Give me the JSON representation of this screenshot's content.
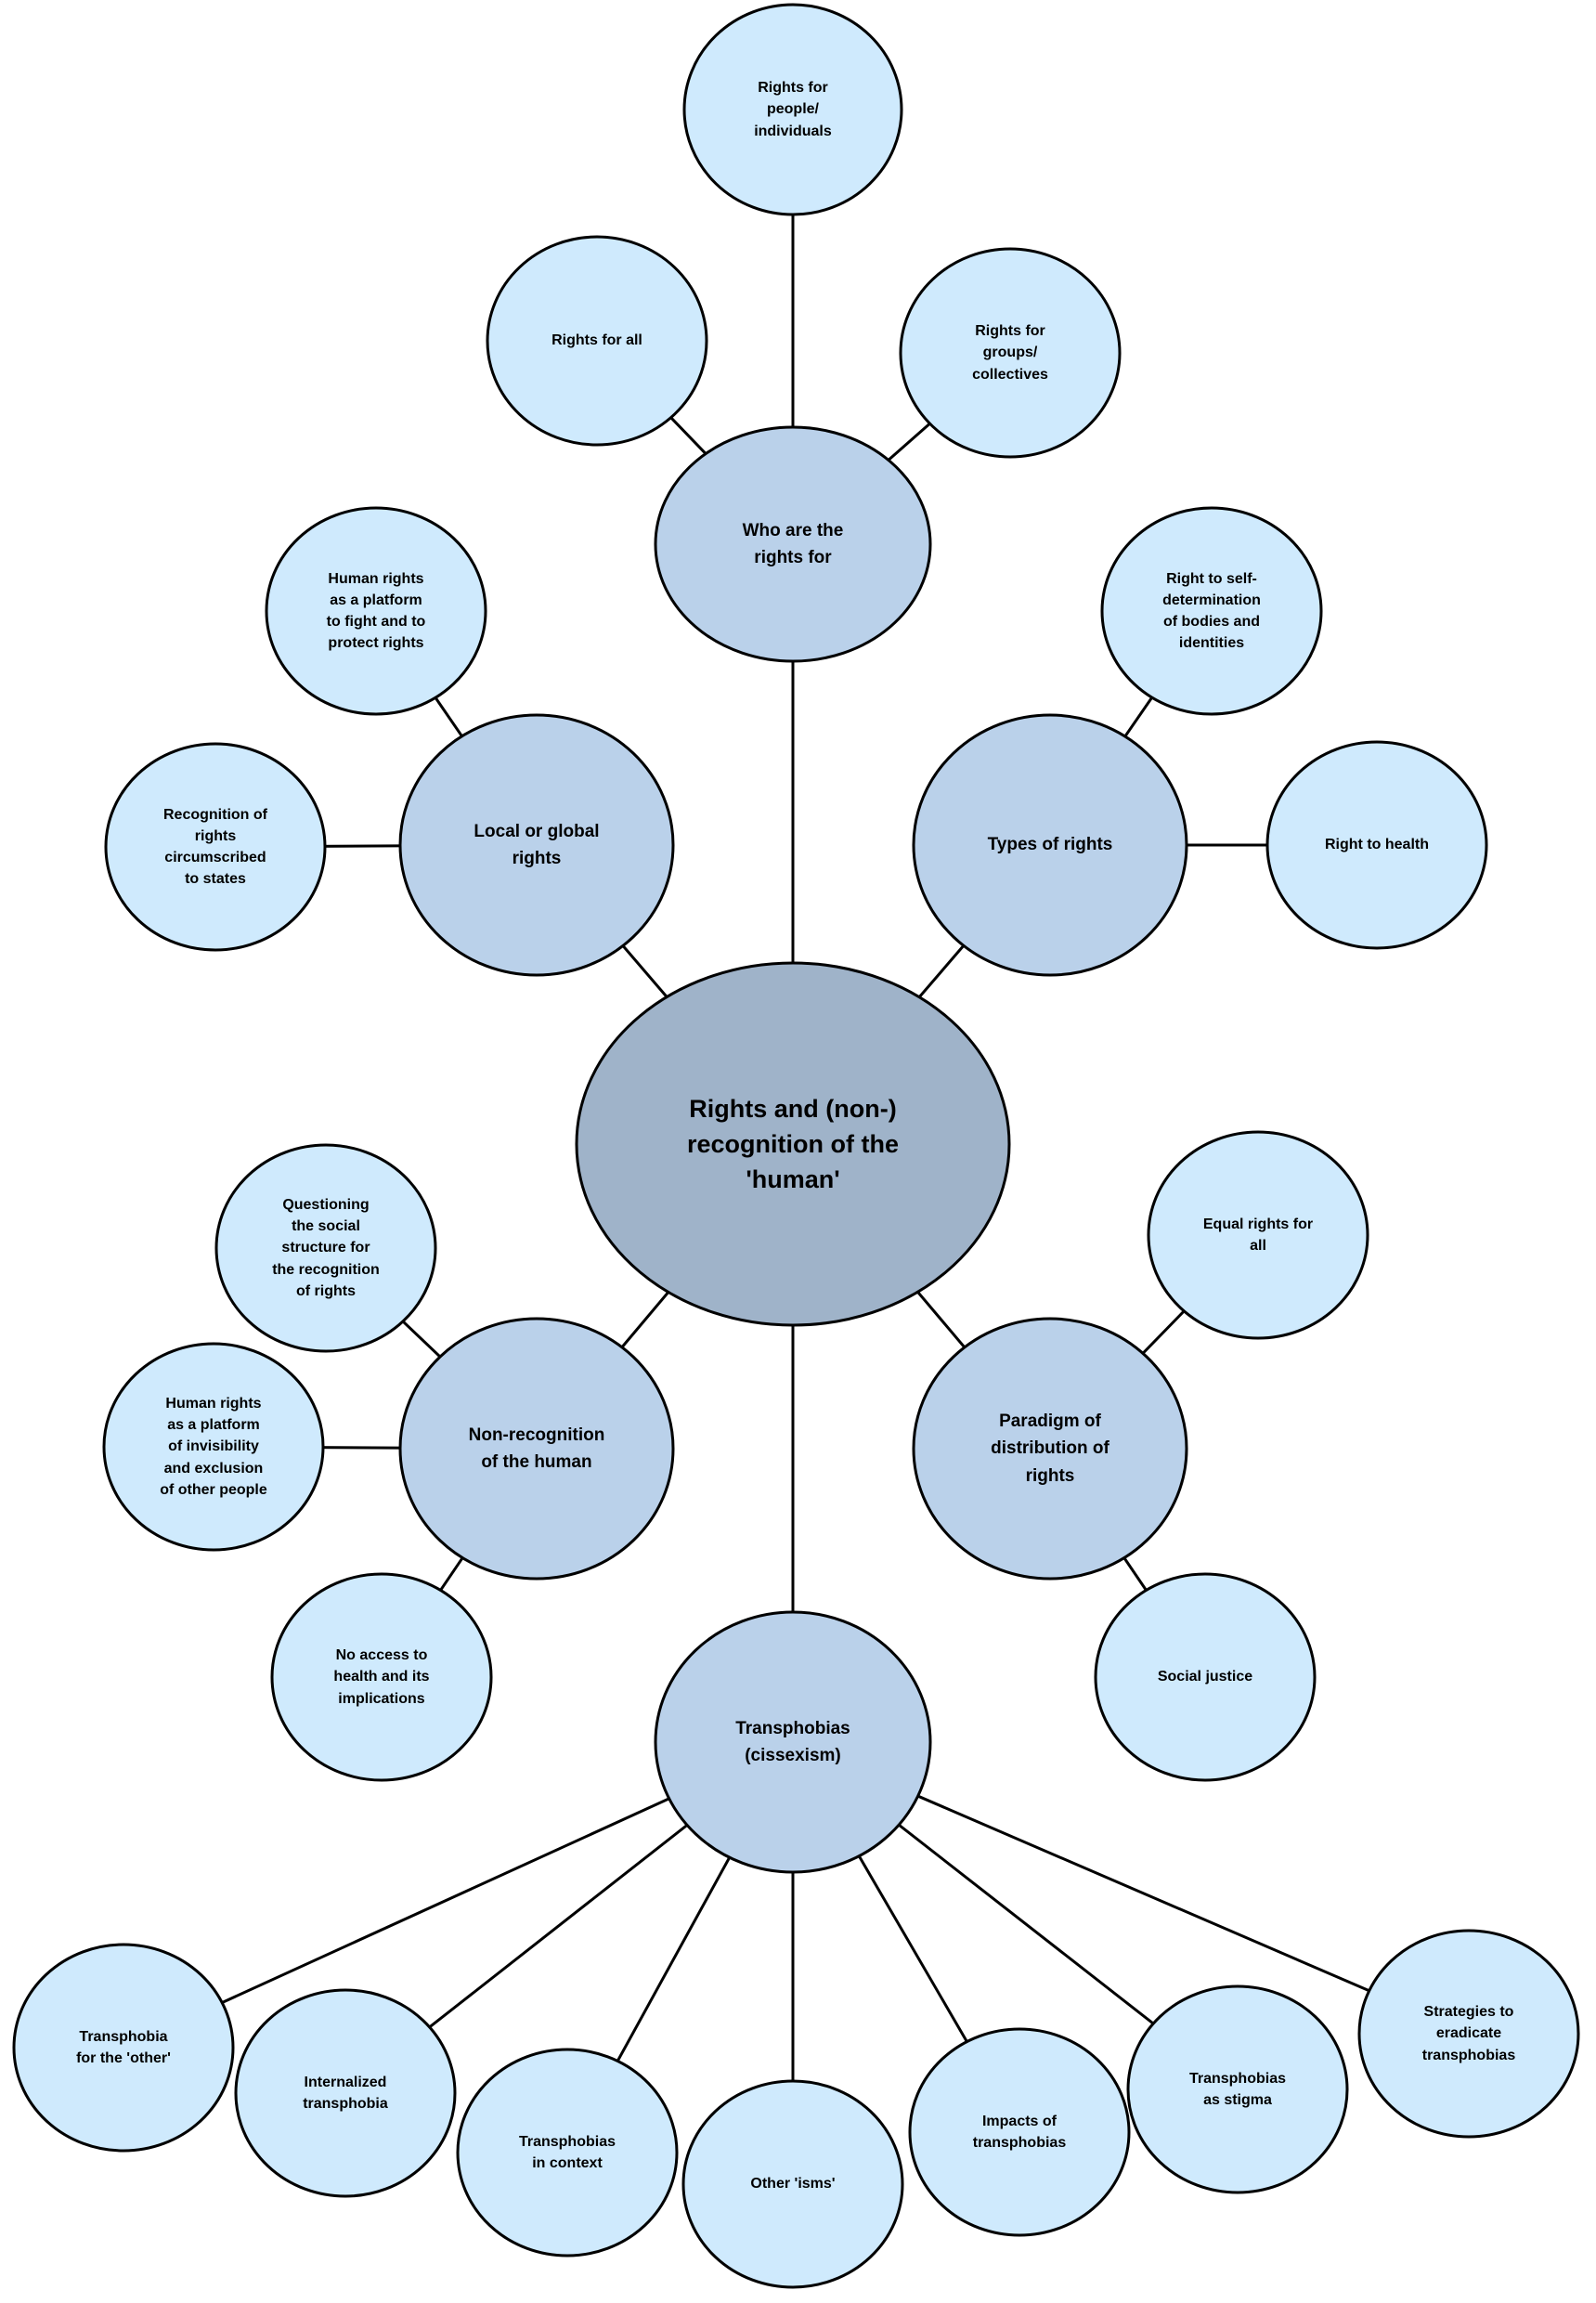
{
  "colors": {
    "center_fill": "#9fb3c9",
    "branch_fill": "#bad1ea",
    "leaf_fill": "#cfeafd",
    "stroke": "#000000"
  },
  "nodes": {
    "center": {
      "level": 0,
      "label": "Rights and (non-)\nrecognition of the\n'human'"
    },
    "who": {
      "level": 1,
      "label": "Who are the\nrights for"
    },
    "local": {
      "level": 1,
      "label": "Local or global\nrights"
    },
    "types": {
      "level": 1,
      "label": "Types of rights"
    },
    "nonrec": {
      "level": 1,
      "label": "Non-recognition\nof the human"
    },
    "paradigm": {
      "level": 1,
      "label": "Paradigm of\ndistribution of\nrights"
    },
    "trans": {
      "level": 1,
      "label": "Transphobias\n(cissexism)"
    },
    "people": {
      "level": 2,
      "label": "Rights for\npeople/\nindividuals"
    },
    "all": {
      "level": 2,
      "label": "Rights for all"
    },
    "groups": {
      "level": 2,
      "label": "Rights for\ngroups/\ncollectives"
    },
    "platform_fight": {
      "level": 2,
      "label": "Human rights\nas a platform\nto fight and to\nprotect rights"
    },
    "circumscribed": {
      "level": 2,
      "label": "Recognition of\nrights\ncircumscribed\nto states"
    },
    "selfdet": {
      "level": 2,
      "label": "Right to self-\ndetermination\nof bodies and\nidentities"
    },
    "health": {
      "level": 2,
      "label": "Right to health"
    },
    "questioning": {
      "level": 2,
      "label": "Questioning\nthe social\nstructure for\nthe recognition\nof rights"
    },
    "platform_invis": {
      "level": 2,
      "label": "Human rights\nas a platform\nof invisibility\nand exclusion\nof other people"
    },
    "noaccess": {
      "level": 2,
      "label": "No access to\nhealth and its\nimplications"
    },
    "equal": {
      "level": 2,
      "label": "Equal rights for\nall"
    },
    "justice": {
      "level": 2,
      "label": "Social justice"
    },
    "other_t": {
      "level": 2,
      "label": "Transphobia\nfor the 'other'"
    },
    "internal": {
      "level": 2,
      "label": "Internalized\ntransphobia"
    },
    "context": {
      "level": 2,
      "label": "Transphobias\nin context"
    },
    "isms": {
      "level": 2,
      "label": "Other 'isms'"
    },
    "impacts": {
      "level": 2,
      "label": "Impacts of\ntransphobias"
    },
    "stigma": {
      "level": 2,
      "label": "Transphobias\nas stigma"
    },
    "strategies": {
      "level": 2,
      "label": "Strategies to\neradicate\ntransphobias"
    }
  },
  "edges": [
    [
      "center",
      "who"
    ],
    [
      "center",
      "local"
    ],
    [
      "center",
      "types"
    ],
    [
      "center",
      "nonrec"
    ],
    [
      "center",
      "paradigm"
    ],
    [
      "center",
      "trans"
    ],
    [
      "who",
      "people"
    ],
    [
      "who",
      "all"
    ],
    [
      "who",
      "groups"
    ],
    [
      "local",
      "platform_fight"
    ],
    [
      "local",
      "circumscribed"
    ],
    [
      "types",
      "selfdet"
    ],
    [
      "types",
      "health"
    ],
    [
      "nonrec",
      "questioning"
    ],
    [
      "nonrec",
      "platform_invis"
    ],
    [
      "nonrec",
      "noaccess"
    ],
    [
      "paradigm",
      "equal"
    ],
    [
      "paradigm",
      "justice"
    ],
    [
      "trans",
      "other_t"
    ],
    [
      "trans",
      "internal"
    ],
    [
      "trans",
      "context"
    ],
    [
      "trans",
      "isms"
    ],
    [
      "trans",
      "impacts"
    ],
    [
      "trans",
      "stigma"
    ],
    [
      "trans",
      "strategies"
    ]
  ]
}
